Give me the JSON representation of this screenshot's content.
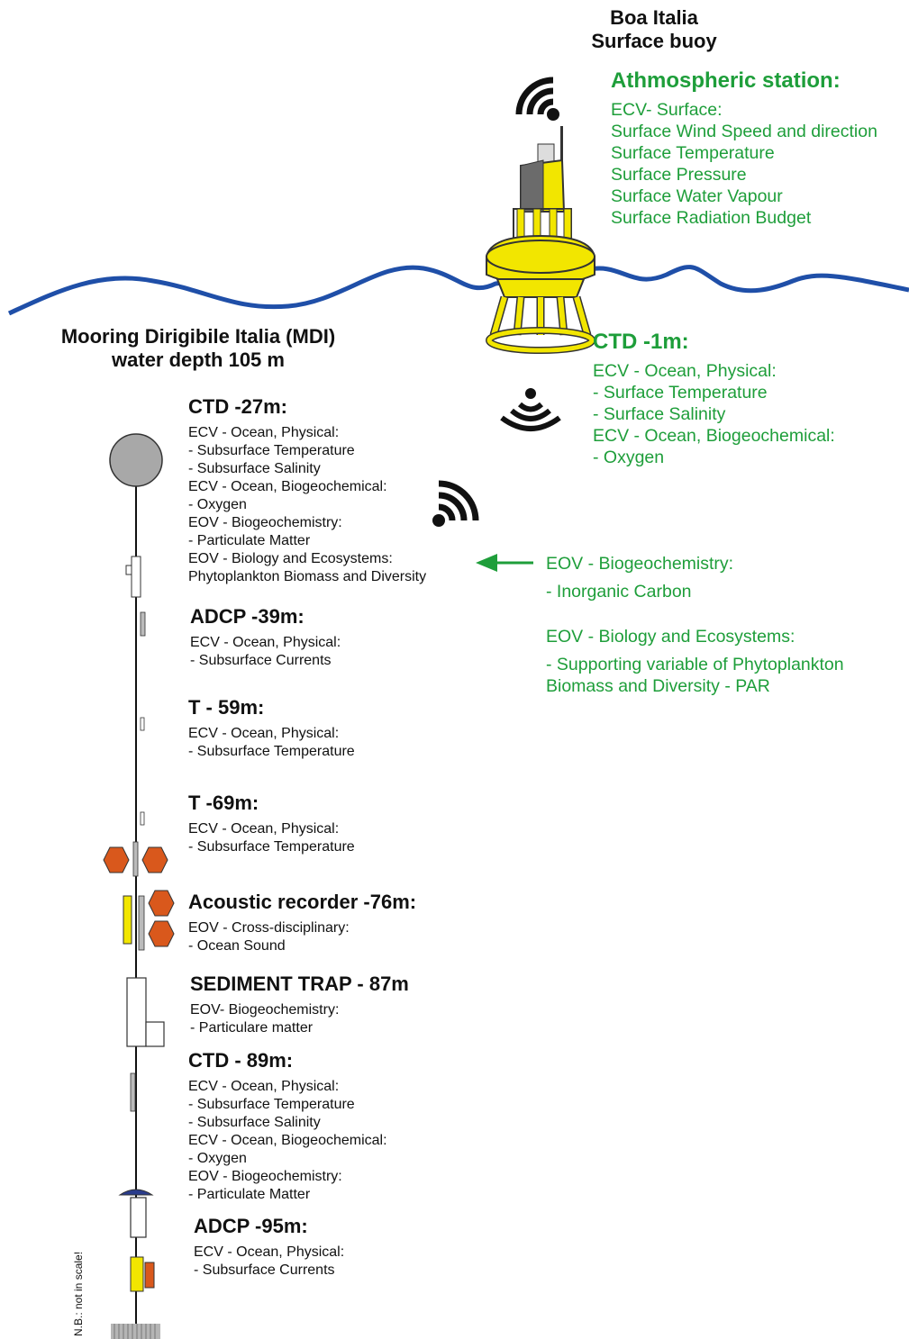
{
  "buoy": {
    "title": [
      "Boa Italia",
      "Surface buoy"
    ],
    "atmospheric": {
      "heading": "Athmospheric station:",
      "lines": [
        "ECV- Surface:",
        "Surface Wind Speed and direction",
        "Surface Temperature",
        "Surface Pressure",
        "Surface Water Vapour",
        "Surface Radiation Budget"
      ]
    },
    "ctd1": {
      "heading": "CTD -1m:",
      "lines": [
        "ECV - Ocean, Physical:",
        "- Surface Temperature",
        "- Surface Salinity",
        "ECV - Ocean, Biogeochemical:",
        "- Oxygen"
      ]
    }
  },
  "mooring": {
    "title": [
      "Mooring Dirigibile Italia (MDI)",
      "water depth 105 m"
    ],
    "instruments": [
      {
        "heading": "CTD -27m:",
        "lines": [
          "ECV - Ocean, Physical:",
          "- Subsurface Temperature",
          "- Subsurface Salinity",
          "ECV - Ocean, Biogeochemical:",
          "- Oxygen",
          "EOV - Biogeochemistry:",
          "- Particulate Matter",
          "EOV - Biology and Ecosystems:",
          "Phytoplankton Biomass and Diversity"
        ]
      },
      {
        "heading": "ADCP -39m:",
        "lines": [
          "ECV - Ocean, Physical:",
          "- Subsurface Currents"
        ]
      },
      {
        "heading": "T - 59m:",
        "lines": [
          "ECV - Ocean, Physical:",
          "- Subsurface Temperature"
        ]
      },
      {
        "heading": "T -69m:",
        "lines": [
          "ECV - Ocean, Physical:",
          "- Subsurface Temperature"
        ]
      },
      {
        "heading": "Acoustic recorder -76m:",
        "lines": [
          "EOV - Cross-disciplinary:",
          "- Ocean Sound"
        ]
      },
      {
        "heading": "SEDIMENT TRAP - 87m",
        "lines": [
          "EOV- Biogeochemistry:",
          "- Particulare matter"
        ]
      },
      {
        "heading": "CTD - 89m:",
        "lines": [
          "ECV - Ocean, Physical:",
          "- Subsurface Temperature",
          "- Subsurface Salinity",
          "ECV - Ocean, Biogeochemical:",
          "- Oxygen",
          "EOV - Biogeochemistry:",
          "- Particulate Matter"
        ]
      },
      {
        "heading": "ADCP -95m:",
        "lines": [
          "ECV - Ocean, Physical:",
          "- Subsurface Currents"
        ]
      }
    ]
  },
  "callout": {
    "lines": [
      "EOV - Biogeochemistry:",
      "- Inorganic Carbon",
      "EOV - Biology and Ecosystems:",
      "- Supporting variable of Phytoplankton",
      "Biomass and Diversity - PAR"
    ]
  },
  "note": "N.B.: not in scale!",
  "icons": [
    "wifi-signal-icon",
    "acoustic-signal-icon",
    "arrow-left-icon"
  ],
  "colors": {
    "green": "#1e9e3a",
    "wave": "#1f4fa8",
    "buoy": "#f2e600",
    "float": "#999999",
    "hexagon": "#d9581c"
  }
}
